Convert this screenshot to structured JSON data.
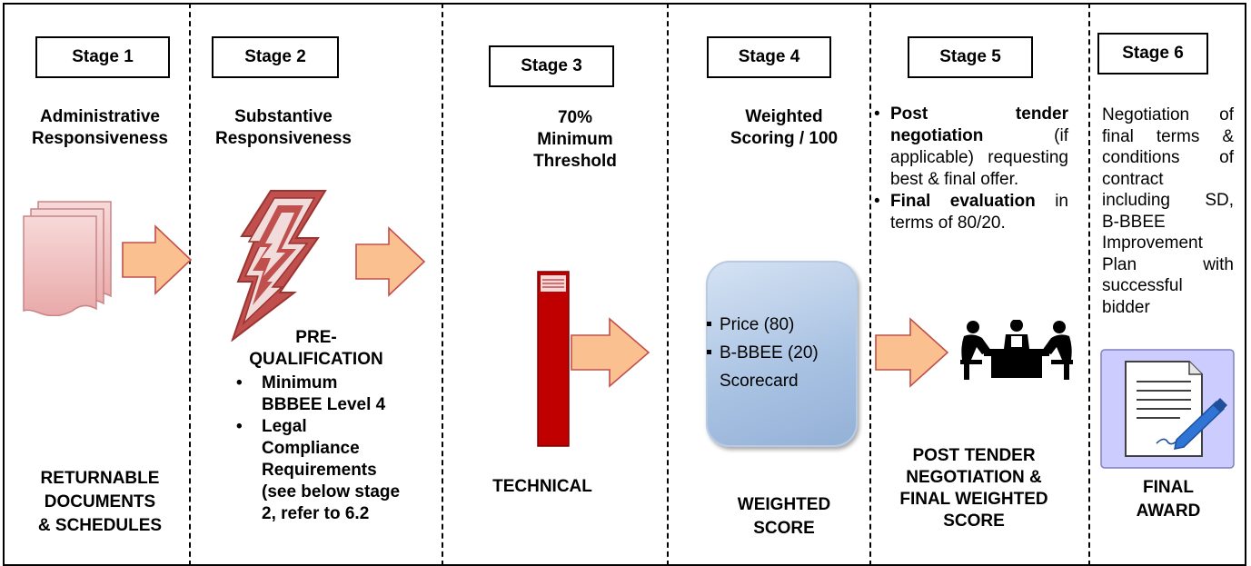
{
  "stages": [
    {
      "label": "Stage 1",
      "heading": [
        "Administrative",
        "Responsiveness"
      ],
      "icon": "documents-icon",
      "footer": [
        "RETURNABLE",
        "DOCUMENTS",
        "& SCHEDULES"
      ]
    },
    {
      "label": "Stage 2",
      "heading": [
        "Substantive",
        "Responsiveness"
      ],
      "icon": "lightning-icon",
      "prequal_title": [
        "PRE-",
        "QUALIFICATION"
      ],
      "prequal_items": [
        [
          "Minimum",
          "BBBEE Level 4"
        ],
        [
          "Legal",
          "Compliance",
          "Requirements",
          "(see below stage",
          "2, refer to 6.2"
        ]
      ]
    },
    {
      "label": "Stage 3",
      "heading": [
        "70%",
        "Minimum",
        "Threshold"
      ],
      "icon": "binder-icon",
      "footer": [
        "TECHNICAL"
      ]
    },
    {
      "label": "Stage 4",
      "heading": [
        "Weighted",
        "Scoring / 100"
      ],
      "criteria": [
        "Price (80)",
        "B-BBEE (20)",
        "Scorecard"
      ],
      "footer": [
        "WEIGHTED",
        "SCORE"
      ]
    },
    {
      "label": "Stage 5",
      "bullets": [
        {
          "bold": "Post tender negotiation",
          "rest": "(if applicable) requesting best & final offer."
        },
        {
          "bold": "Final evaluation",
          "rest": "in terms of 80/20."
        }
      ],
      "icon": "meeting-icon",
      "footer": [
        "POST TENDER",
        "NEGOTIATION &",
        "FINAL WEIGHTED",
        "SCORE"
      ]
    },
    {
      "label": "Stage 6",
      "text_lines": [
        "Negotiation of",
        "final terms &",
        "conditions of",
        "contract",
        "including SD,",
        "B-BBEE",
        "Improvement",
        "Plan with",
        "successful",
        "bidder"
      ],
      "icon": "signed-contract-icon",
      "footer": [
        "FINAL",
        "AWARD"
      ]
    }
  ],
  "colors": {
    "arrow_fill": "#fac090",
    "arrow_stroke": "#c0504d",
    "documents": "#f2c4c4",
    "lightning": "#c0504d",
    "binder": "#c00000",
    "panel": "#a7c1e2"
  }
}
